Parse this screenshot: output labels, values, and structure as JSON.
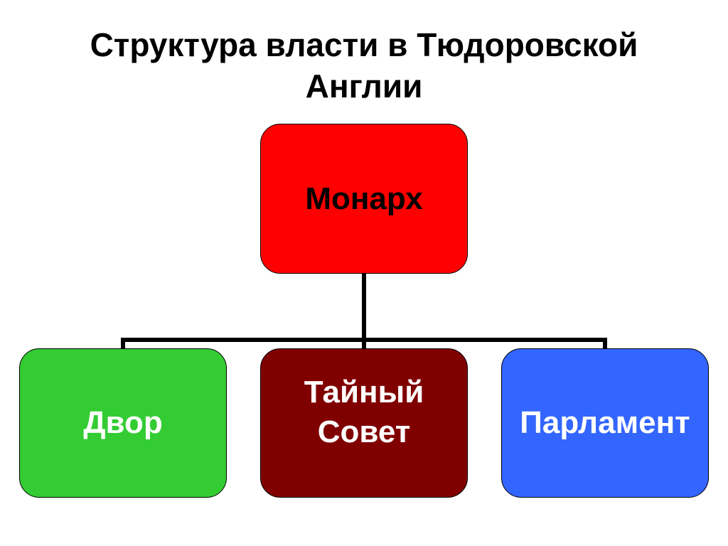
{
  "title": {
    "line1": "Структура власти в Тюдоровской",
    "line2": "Англии"
  },
  "nodes": {
    "monarch": {
      "label": "Монарх",
      "color": "#ff0000"
    },
    "court": {
      "label": "Двор",
      "color": "#33cc33"
    },
    "privy_council": {
      "line1": "Тайный",
      "line2": "Совет",
      "color": "#800000"
    },
    "parliament": {
      "label": "Парламент",
      "color": "#3366ff"
    }
  },
  "edges": [
    {
      "from": "monarch",
      "to": "court"
    },
    {
      "from": "monarch",
      "to": "privy_council"
    },
    {
      "from": "monarch",
      "to": "parliament"
    }
  ]
}
